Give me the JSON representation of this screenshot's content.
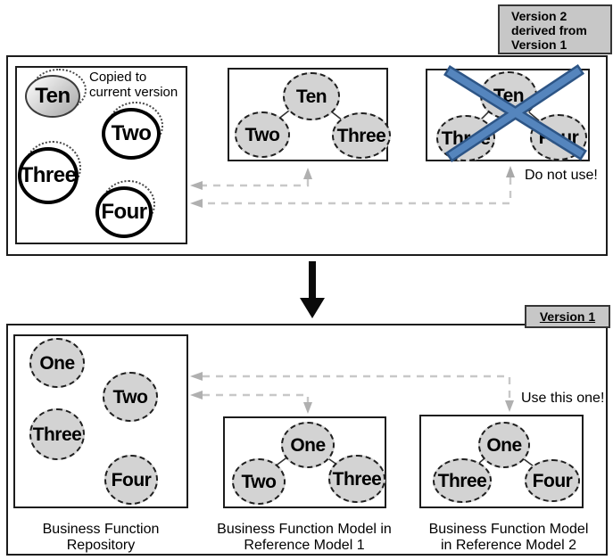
{
  "colors": {
    "node_fill_gray": "#d3d3d3",
    "tag_fill": "#c7c7c7",
    "cross_blue": "#4f81bd",
    "cross_blue_dark": "#2d5586",
    "connector_gray": "#c8c8c8",
    "arrowhead_gray": "#b0b0b0"
  },
  "top": {
    "tag_lines": [
      "Version 2",
      "derived from",
      "Version 1"
    ],
    "repository": {
      "note_lines": [
        "Copied to",
        "current version"
      ],
      "nodes": {
        "ten": "Ten",
        "two": "Two",
        "three": "Three",
        "four": "Four"
      }
    },
    "model1": {
      "root": "Ten",
      "left": "Two",
      "right": "Three"
    },
    "model2": {
      "root": "Ten",
      "left": "Three",
      "right": "Four",
      "note": "Do not use!"
    }
  },
  "bottom": {
    "tag": "Version 1",
    "repository": {
      "nodes": {
        "one": "One",
        "two": "Two",
        "three": "Three",
        "four": "Four"
      },
      "caption_lines": [
        "Business Function",
        "Repository"
      ]
    },
    "model1": {
      "root": "One",
      "left": "Two",
      "right": "Three",
      "caption_lines": [
        "Business Function Model in",
        "Reference Model 1"
      ]
    },
    "model2": {
      "root": "One",
      "left": "Three",
      "right": "Four",
      "note": "Use this one!",
      "caption_lines": [
        "Business Function Model",
        "in Reference Model 2"
      ]
    }
  }
}
